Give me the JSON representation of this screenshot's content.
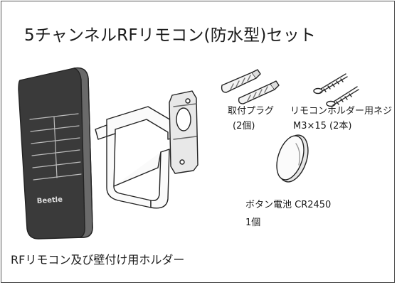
{
  "title": "5チャンネルRFリモコン(防水型)セット",
  "items": {
    "anchor": {
      "name": "取付プラグ",
      "qty": "(2個)"
    },
    "screws": {
      "name": "リモコンホルダー用ネジ",
      "spec": "M3×15 (2本)"
    },
    "battery": {
      "name": "ボタン電池 CR2450",
      "qty": "1個"
    }
  },
  "remote_logo": "Beetle",
  "caption": "RFリモコン及び壁付け用ホルダー"
}
